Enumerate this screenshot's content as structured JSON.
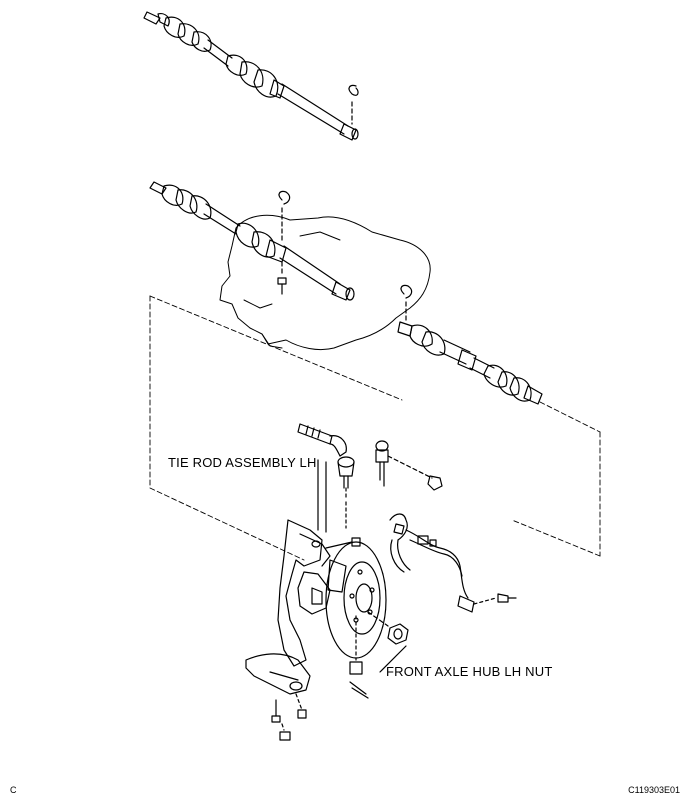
{
  "labels": {
    "tie_rod": "TIE ROD ASSEMBLY LH",
    "hub_nut": "FRONT AXLE HUB LH NUT"
  },
  "corner": {
    "left": "C",
    "right": "C119303E01"
  },
  "style": {
    "line_color": "#000000",
    "background": "#ffffff"
  }
}
